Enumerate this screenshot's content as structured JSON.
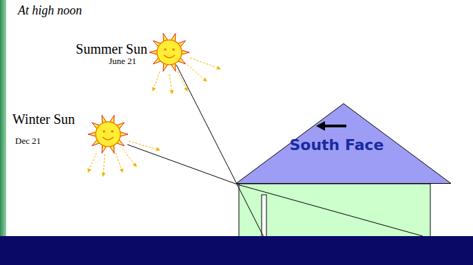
{
  "diagram": {
    "title": "At high noon",
    "nodes": [
      {
        "text": [
          "South Face"
        ]
      }
    ],
    "labels": [
      "Summer Sun",
      "June 21",
      "Winter Sun",
      "Dec 21"
    ]
  }
}
